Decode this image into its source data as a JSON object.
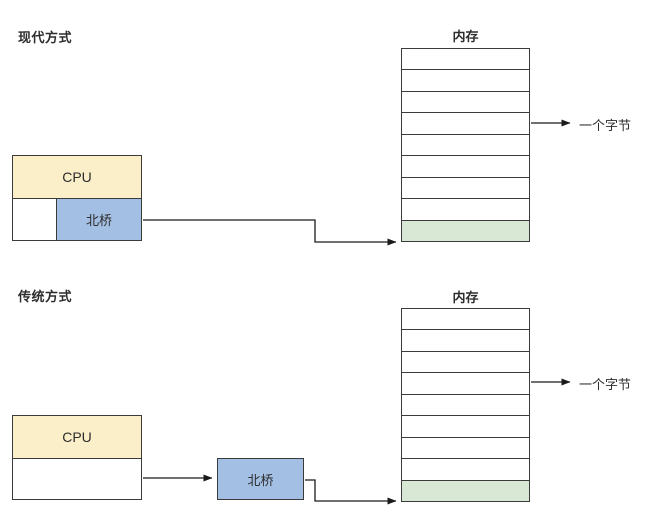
{
  "colors": {
    "yellow": "#FBEFC9",
    "blue": "#A3BFE4",
    "green": "#D9E8D4",
    "border": "#3b3b3b",
    "line": "#1a1a1a",
    "text": "#2d2d2d"
  },
  "modern": {
    "label": "现代方式",
    "cpu_label": "CPU",
    "northbridge_label": "北桥",
    "memory": {
      "title": "内存",
      "rows": 9,
      "highlight_row": 8
    },
    "byte_label": "一个字节"
  },
  "traditional": {
    "label": "传统方式",
    "cpu_label": "CPU",
    "northbridge_label": "北桥",
    "memory": {
      "title": "内存",
      "rows": 9,
      "highlight_row": 8
    },
    "byte_label": "一个字节"
  }
}
